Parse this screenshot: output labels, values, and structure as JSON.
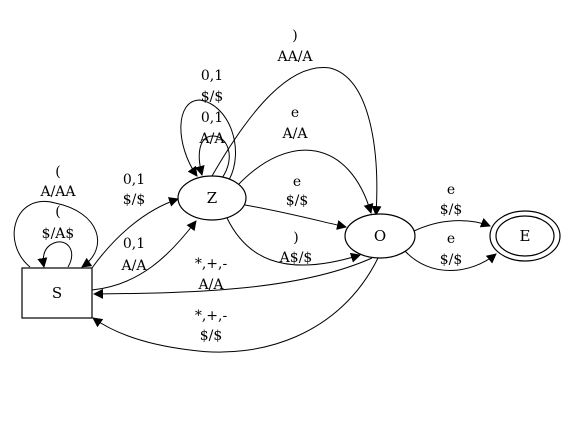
{
  "colors": {
    "stroke": "#000000",
    "background": "#ffffff"
  },
  "nodes": {
    "s": {
      "label": "S",
      "shape": "rectangle"
    },
    "z": {
      "label": "Z",
      "shape": "ellipse"
    },
    "o": {
      "label": "O",
      "shape": "ellipse"
    },
    "e": {
      "label": "E",
      "shape": "double-ellipse"
    }
  },
  "edges": {
    "s_s_outer": {
      "from": "S",
      "to": "S",
      "input": "(",
      "stack": "A/AA"
    },
    "s_s_inner": {
      "from": "S",
      "to": "S",
      "input": "(",
      "stack": "$/A$"
    },
    "s_z_top": {
      "from": "S",
      "to": "Z",
      "input": "0,1",
      "stack": "$/$"
    },
    "s_z_bottom": {
      "from": "S",
      "to": "Z",
      "input": "0,1",
      "stack": "A/A"
    },
    "z_z_outer": {
      "from": "Z",
      "to": "Z",
      "input": "0,1",
      "stack": "$/$"
    },
    "z_z_inner": {
      "from": "Z",
      "to": "Z",
      "input": "0,1",
      "stack": "A/A"
    },
    "z_o_top": {
      "from": "Z",
      "to": "O",
      "input": ")",
      "stack": "AA/A"
    },
    "z_o_upper": {
      "from": "Z",
      "to": "O",
      "input": "e",
      "stack": "A/A"
    },
    "z_o_mid": {
      "from": "Z",
      "to": "O",
      "input": "e",
      "stack": "$/$"
    },
    "z_o_lower": {
      "from": "Z",
      "to": "O",
      "input": ")",
      "stack": "A$/$"
    },
    "o_s_upper": {
      "from": "O",
      "to": "S",
      "input": "*,+,-",
      "stack": "A/A"
    },
    "o_s_lower": {
      "from": "O",
      "to": "S",
      "input": "*,+,-",
      "stack": "$/$"
    },
    "o_e_upper": {
      "from": "O",
      "to": "E",
      "input": "e",
      "stack": "$/$"
    },
    "o_e_lower": {
      "from": "O",
      "to": "E",
      "input": "e",
      "stack": "$/$"
    }
  }
}
